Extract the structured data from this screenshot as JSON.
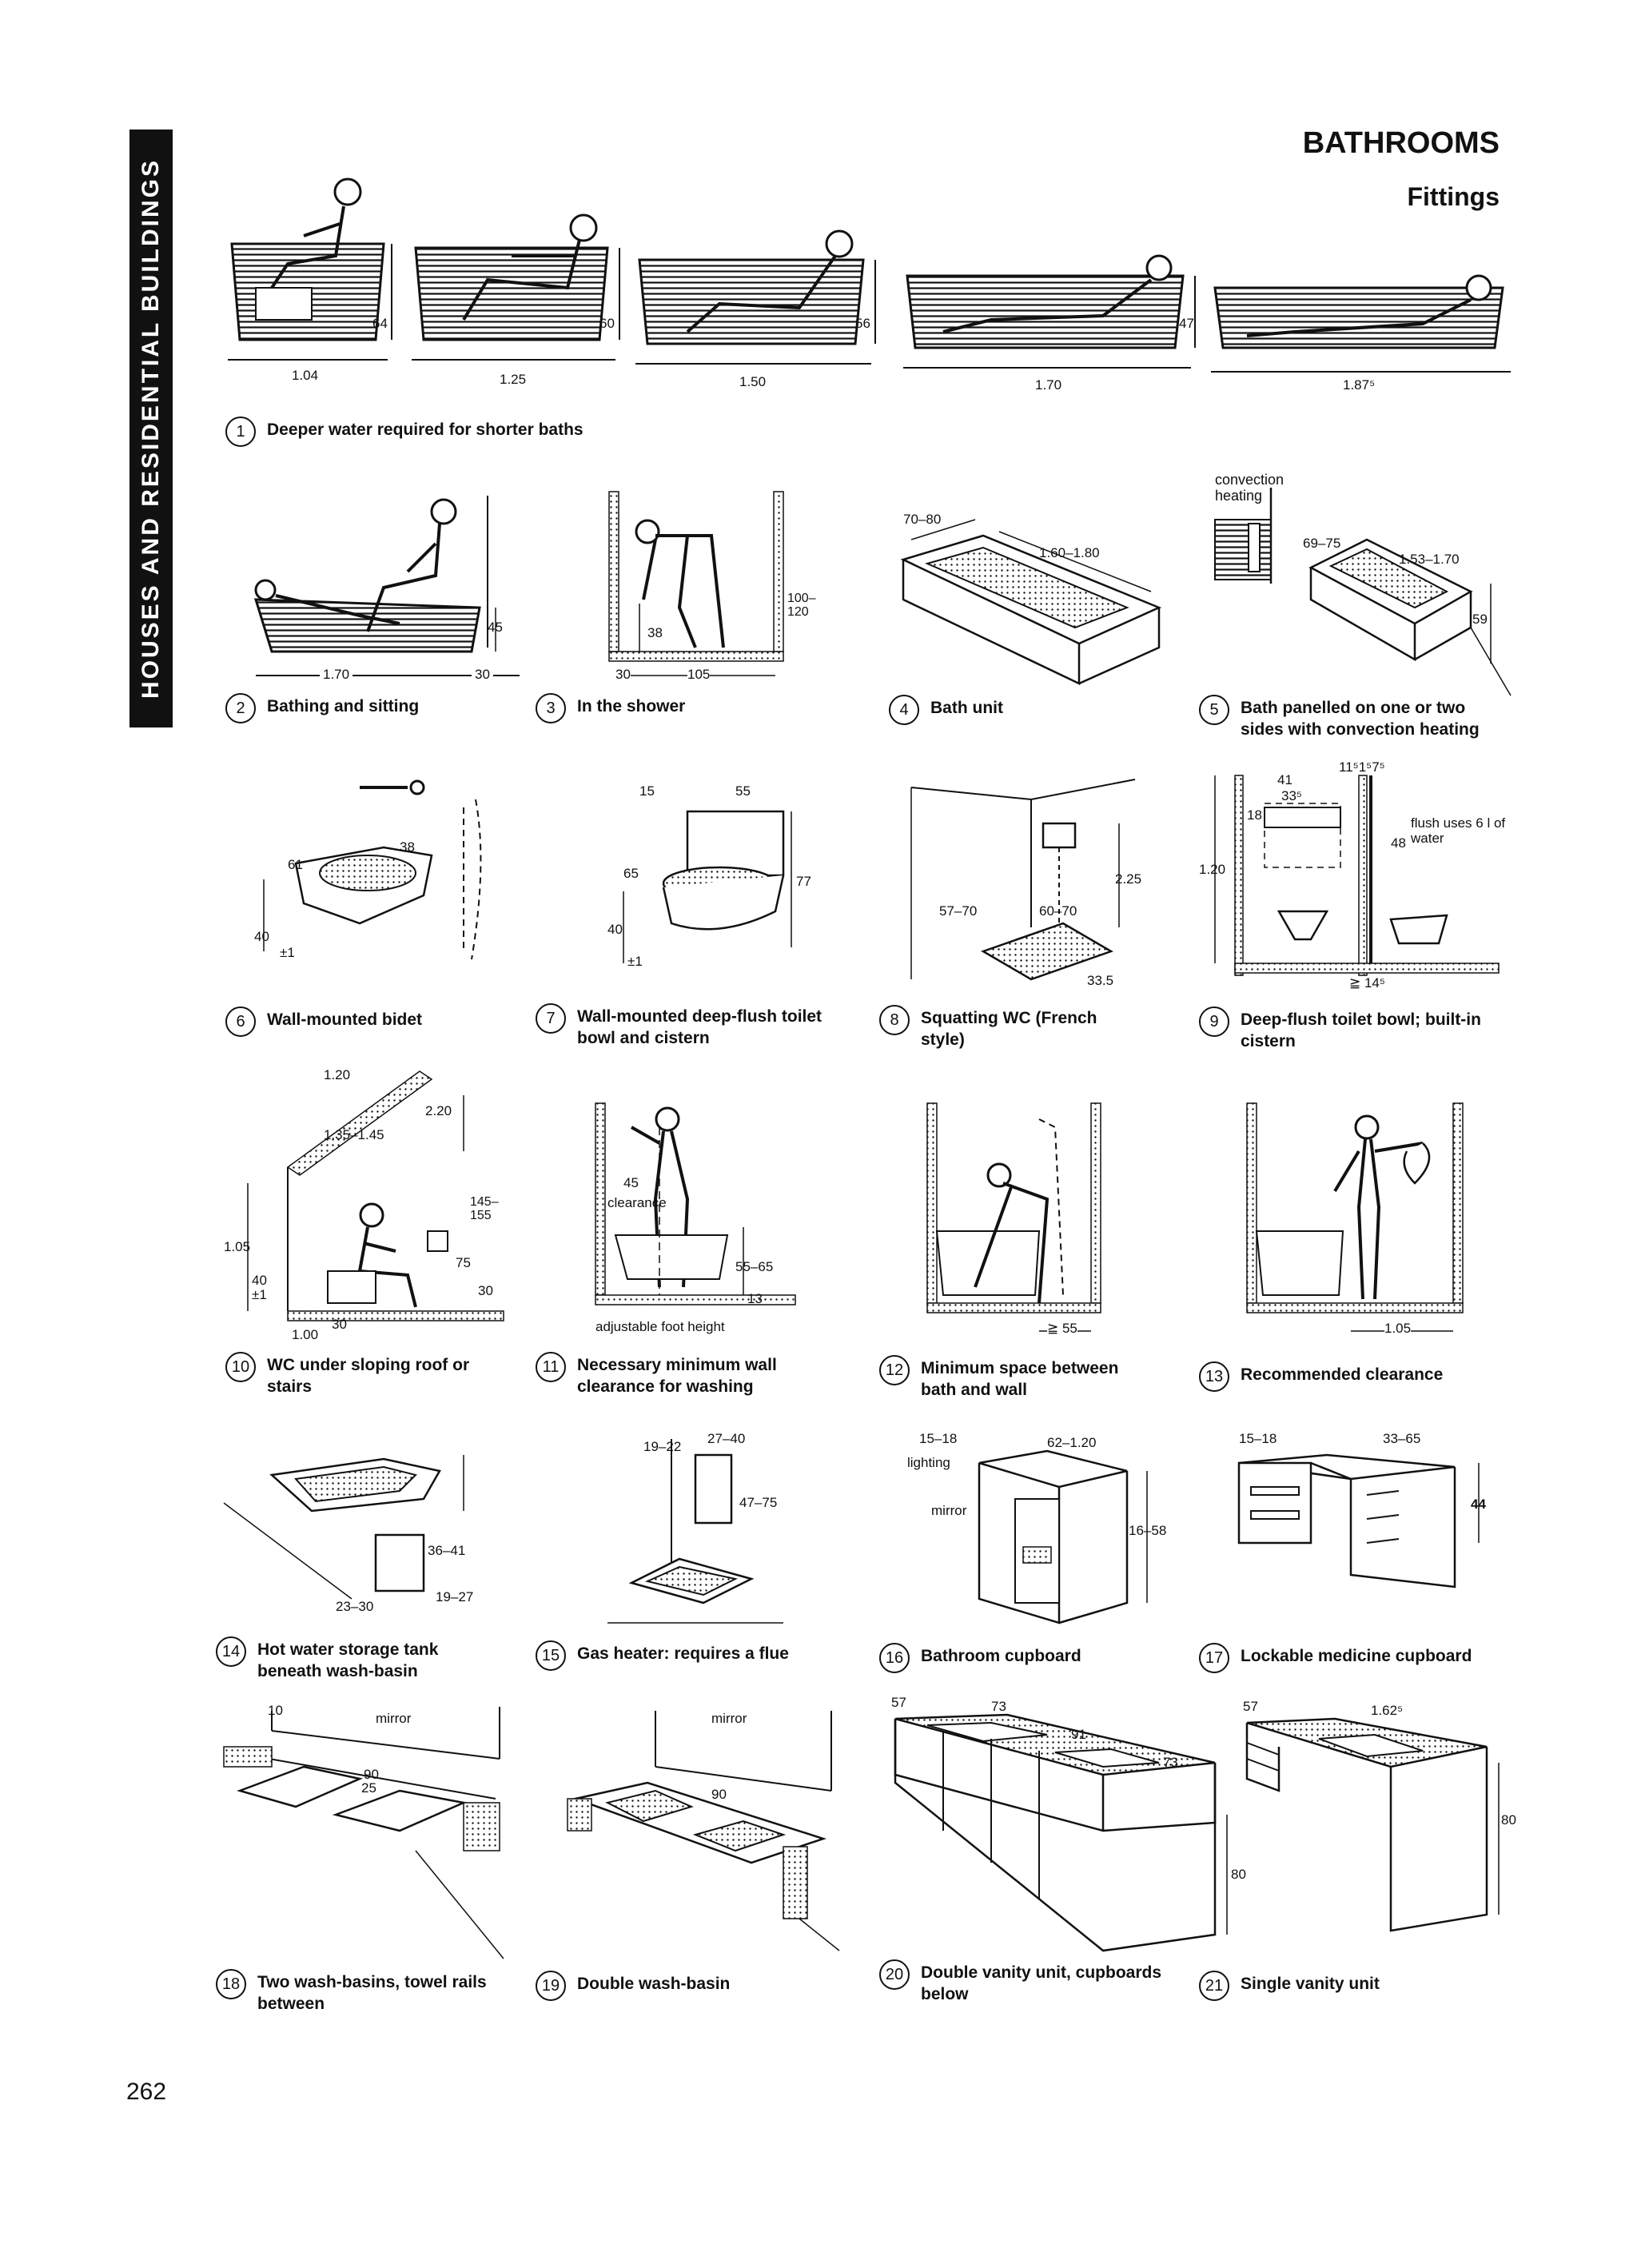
{
  "side_tab": "HOUSES AND RESIDENTIAL BUILDINGS",
  "header": {
    "title": "BATHROOMS",
    "subtitle": "Fittings"
  },
  "page_number": "262",
  "figures": [
    {
      "num": "1",
      "caption": "Deeper water required for shorter baths",
      "labels": [
        "64",
        "1.04",
        "60",
        "1.25",
        "56",
        "1.50",
        "47",
        "1.70",
        "1.87⁵"
      ]
    },
    {
      "num": "2",
      "caption": "Bathing and sitting",
      "labels": [
        "45",
        "1.70",
        "30"
      ]
    },
    {
      "num": "3",
      "caption": "In the shower",
      "labels": [
        "100–120",
        "38",
        "30",
        "105"
      ]
    },
    {
      "num": "4",
      "caption": "Bath unit",
      "labels": [
        "70–80",
        "1.60–1.80"
      ]
    },
    {
      "num": "5",
      "caption": "Bath panelled on one or two sides with convection heating",
      "labels": [
        "convection heating",
        "69–75",
        "1.53–1.70",
        "59"
      ]
    },
    {
      "num": "6",
      "caption": "Wall-mounted bidet",
      "labels": [
        "38",
        "61",
        "40",
        "±1"
      ]
    },
    {
      "num": "7",
      "caption": "Wall-mounted deep-flush toilet bowl and cistern",
      "labels": [
        "15",
        "55",
        "65",
        "77",
        "40",
        "±1"
      ]
    },
    {
      "num": "8",
      "caption": "Squatting WC (French style)",
      "labels": [
        "2.25",
        "57–70",
        "60–70",
        "33.5"
      ]
    },
    {
      "num": "9",
      "caption": "Deep-flush toilet bowl; built-in cistern",
      "labels": [
        "11⁵1⁵7⁵",
        "41",
        "33⁵",
        "18",
        "flush uses 6 l of water",
        "48",
        "1.20",
        "≧ 14⁵"
      ]
    },
    {
      "num": "10",
      "caption": "WC under sloping roof or stairs",
      "labels": [
        "1.20",
        "2.20",
        "1.35–1.45",
        "145–155",
        "1.05",
        "75",
        "40",
        "±1",
        "30",
        "30",
        "1.00"
      ]
    },
    {
      "num": "11",
      "caption": "Necessary minimum wall clearance for washing",
      "labels": [
        "45",
        "clearance",
        "55–65",
        "13",
        "adjustable foot height"
      ]
    },
    {
      "num": "12",
      "caption": "Minimum space between bath and wall",
      "labels": [
        "≧ 55"
      ]
    },
    {
      "num": "13",
      "caption": "Recommended clearance",
      "labels": [
        "1.05"
      ]
    },
    {
      "num": "14",
      "caption": "Hot water storage tank beneath wash-basin",
      "labels": [
        "36–41",
        "23–30",
        "19–27"
      ]
    },
    {
      "num": "15",
      "caption": "Gas heater: requires a flue",
      "labels": [
        "19–22",
        "27–40",
        "47–75"
      ]
    },
    {
      "num": "16",
      "caption": "Bathroom cupboard",
      "labels": [
        "15–18",
        "lighting",
        "62–1.20",
        "mirror",
        "16–58"
      ]
    },
    {
      "num": "17",
      "caption": "Lockable medicine cupboard",
      "labels": [
        "15–18",
        "33–65",
        "44"
      ]
    },
    {
      "num": "18",
      "caption": "Two wash-basins, towel rails between",
      "labels": [
        "10",
        "mirror",
        "90",
        "25"
      ]
    },
    {
      "num": "19",
      "caption": "Double wash-basin",
      "labels": [
        "mirror",
        "90"
      ]
    },
    {
      "num": "20",
      "caption": "Double vanity unit, cupboards below",
      "labels": [
        "57",
        "73",
        "91",
        "73",
        "80"
      ]
    },
    {
      "num": "21",
      "caption": "Single vanity unit",
      "labels": [
        "57",
        "1.62⁵",
        "80"
      ]
    }
  ]
}
